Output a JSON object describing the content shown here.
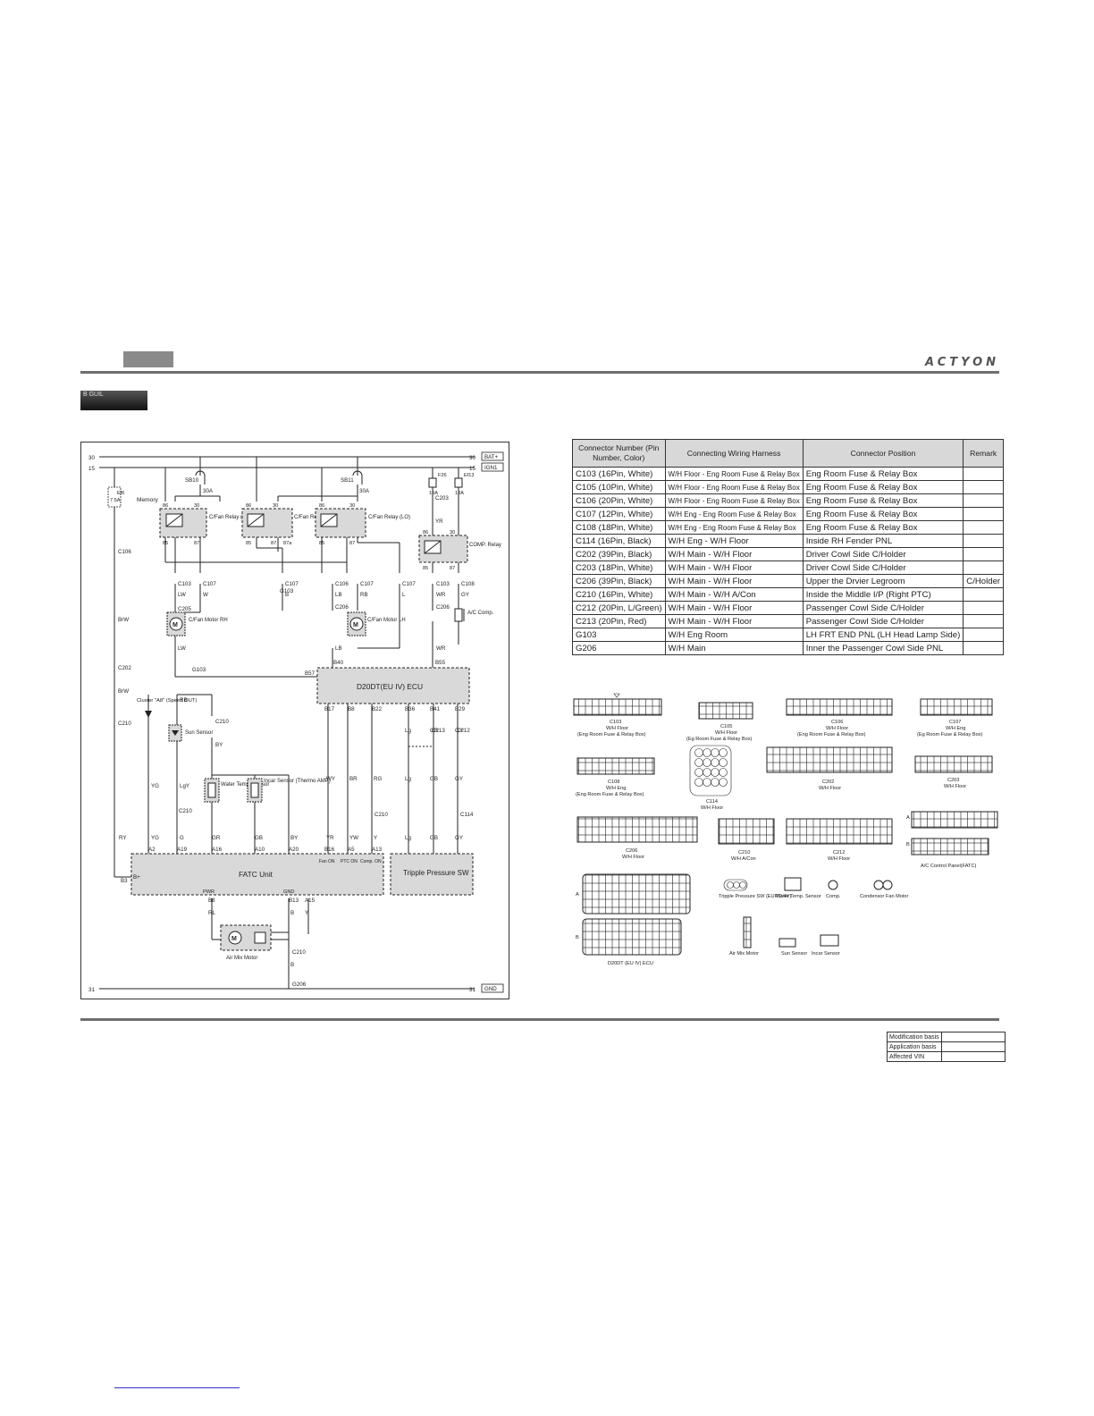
{
  "header": {
    "brand": "ACTYON",
    "section_badge": "B GUIL"
  },
  "diagram": {
    "rails": {
      "top": "30",
      "ign": "15",
      "gnd": "31",
      "bat_tag": "BAT+",
      "ign_tag": "IGN1",
      "gnd_tag": "GND"
    },
    "fuses": {
      "ef6": "Ef6",
      "ef6_rating": "7.5A",
      "memory": "Memory",
      "sb10": "SB10",
      "sb10_a": "30A",
      "sb11": "SB11",
      "sb11_a": "30A",
      "f26": "F26",
      "f26_a": "10A",
      "ef13": "Ef13",
      "ef13_a": "10A"
    },
    "relays": {
      "hi": "C/Fan Relay (HI)",
      "mid": "C/Fan Relay",
      "lo": "C/Fan Relay (LO)",
      "comp": "COMP. Relay"
    },
    "pins": {
      "p86": "86",
      "p30": "30",
      "p85": "85",
      "p87": "87",
      "p87a": "87a"
    },
    "connectors": {
      "c106": "C106",
      "c103": "C103",
      "c107": "C107",
      "c205": "C205",
      "c206": "C206",
      "c108": "C108",
      "c202": "C202",
      "c210": "C210",
      "c203": "C203",
      "c213": "C213",
      "c212": "C212",
      "c114": "C114",
      "g103": "G103",
      "g206": "G206"
    },
    "wires": {
      "yr": "YR",
      "lw": "LW",
      "w": "W",
      "b": "B",
      "lb": "LB",
      "rb": "RB",
      "l": "L",
      "wr": "WR",
      "gy": "GY",
      "brw": "BrW",
      "by": "BY",
      "yg": "YG",
      "lgy": "LgY",
      "g": "G",
      "gr": "GR",
      "gb": "GB",
      "wy": "WY",
      "br": "BR",
      "rg": "RG",
      "yw": "YW",
      "y": "Y",
      "lg": "Lg",
      "rl": "RL",
      "ry": "RY"
    },
    "components": {
      "ecu": "D20DT(EU IV) ECU",
      "fatc": "FATC Unit",
      "pressure": "Tripple Pressure SW",
      "motor_rh": "C/Fan Motor RH",
      "motor_lh": "C/Fan Motor LH",
      "ac_comp": "A/C Comp.",
      "cluster": "Cluster \"A8\" (Speed OUT)",
      "sun": "Sun Sensor",
      "water": "Water Temp. Sensor",
      "incar": "Incar Sensor (Thermo AMP)",
      "airmix": "Air Mix Motor",
      "b_plus": "B+",
      "b3": "B3",
      "pwr": "PWR",
      "gnd": "GND"
    },
    "ecu_pins": {
      "b57": "B57",
      "b40": "B40",
      "b55": "B55",
      "b17": "B17",
      "b8": "B8",
      "b22": "B22",
      "b36": "B36",
      "b41": "B41",
      "b29": "B29"
    },
    "fatc_pins": {
      "a2": "A2",
      "a19": "A19",
      "a16": "A16",
      "a10": "A10",
      "a20": "A20",
      "b16": "B16",
      "a5": "A5",
      "a13": "A13",
      "fan_on": "Fan ON",
      "ptc_on": "PTC ON",
      "comp_on": "Comp. ON",
      "b8": "B8",
      "b13": "B13",
      "a15": "A15"
    }
  },
  "connector_table": {
    "headers": [
      "Connector Number (Pin Number, Color)",
      "Connecting Wiring Harness",
      "Connector Position",
      "Remark"
    ],
    "rows": [
      [
        "C103 (16Pin, White)",
        "W/H Floor - Eng Room Fuse & Relay Box",
        "Eng Room Fuse & Relay Box",
        ""
      ],
      [
        "C105 (10Pin, White)",
        "W/H Floor - Eng Room Fuse & Relay Box",
        "Eng Room Fuse & Relay Box",
        ""
      ],
      [
        "C106 (20Pin, White)",
        "W/H Floor - Eng Room Fuse & Relay Box",
        "Eng Room Fuse & Relay Box",
        ""
      ],
      [
        "C107 (12Pin, White)",
        "W/H Eng - Eng Room Fuse & Relay Box",
        "Eng Room Fuse & Relay Box",
        ""
      ],
      [
        "C108 (18Pin, White)",
        "W/H Eng - Eng Room Fuse & Relay Box",
        "Eng Room Fuse & Relay Box",
        ""
      ],
      [
        "C114 (16Pin, Black)",
        "W/H Eng - W/H Floor",
        "Inside RH Fender PNL",
        ""
      ],
      [
        "C202 (39Pin, Black)",
        "W/H Main - W/H Floor",
        "Driver Cowl Side C/Holder",
        ""
      ],
      [
        "C203 (18Pin, White)",
        "W/H Main - W/H Floor",
        "Driver Cowl Side C/Holder",
        ""
      ],
      [
        "C206 (39Pin, Black)",
        "W/H Main - W/H Floor",
        "Upper the Drvier Legroom",
        "C/Holder"
      ],
      [
        "C210 (16Pin, White)",
        "W/H Main - W/H A/Con",
        "Inside the Middle I/P (Right PTC)",
        ""
      ],
      [
        "C212 (20Pin, L/Green)",
        "W/H Main - W/H Floor",
        "Passenger Cowl Side C/Holder",
        ""
      ],
      [
        "C213 (20Pin, Red)",
        "W/H Main - W/H Floor",
        "Passenger Cowl Side C/Holder",
        ""
      ],
      [
        "G103",
        "W/H Eng Room",
        "LH FRT END PNL (LH Head Lamp Side)",
        ""
      ],
      [
        "G206",
        "W/H Main",
        "Inner the Passenger Cowl Side PNL",
        ""
      ]
    ]
  },
  "pinouts": {
    "c103": {
      "name": "C103",
      "harness": "W/H Floor",
      "box": "(Eng Room Fuse & Relay Box)"
    },
    "c105": {
      "name": "C105",
      "harness": "W/H Floor",
      "box": "(Eg Room Fuse & Relay Box)"
    },
    "c106": {
      "name": "C106",
      "harness": "W/H Floor",
      "box": "(Eng Room Fuse & Relay Box)"
    },
    "c107": {
      "name": "C107",
      "harness": "W/H Eng",
      "box": "(Eg Room Fuse & Relay Box)"
    },
    "c108": {
      "name": "C108",
      "harness": "W/H Eng",
      "box": "(Eng Room Fuse & Relay Box)"
    },
    "c114": {
      "name": "C114",
      "harness": "W/H Floor"
    },
    "c202": {
      "name": "C202",
      "harness": "W/H Floor"
    },
    "c203": {
      "name": "C203",
      "harness": "W/H Floor"
    },
    "c206": {
      "name": "C206",
      "harness": "W/H Floor"
    },
    "c210": {
      "name": "C210",
      "harness": "W/H A/Con"
    },
    "c212": {
      "name": "C212",
      "harness": "W/H Floor"
    },
    "ac_panel": {
      "name": "A/C Control Panel(FATC)",
      "row_a": "A",
      "row_b": "B"
    },
    "ecu": {
      "name": "D20DT (EU IV) ECU",
      "row_a": "A",
      "row_b": "B"
    },
    "tripple": "Tripple Pressure SW (EURO 4V)",
    "water": "Water Temp. Sensor",
    "comp": "Comp.",
    "fan": "Condensor Fan Motor",
    "airmix": "Air Mix Motor",
    "sun": "Sun Sensor",
    "incar": "Incar Sensor"
  },
  "modification": {
    "rows": [
      "Modification basis",
      "Application basis",
      "Affected VIN"
    ]
  }
}
